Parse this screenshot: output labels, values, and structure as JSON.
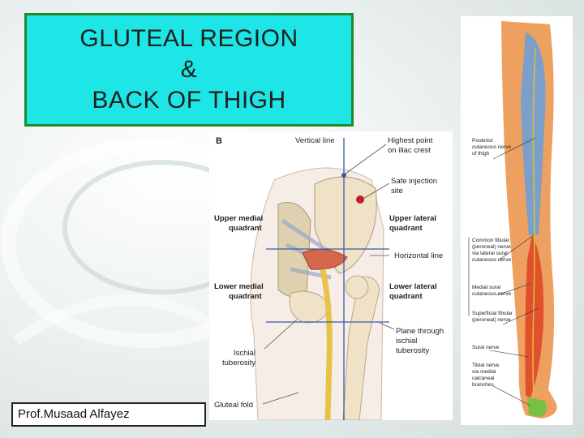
{
  "slide": {
    "title_lines": [
      "GLUTEAL REGION",
      "&",
      "BACK OF THIGH"
    ],
    "author": "Prof.Musaad Alfayez"
  },
  "figure_center": {
    "panel_letter": "B",
    "labels": {
      "vertical_line": "Vertical line",
      "highest_point_1": "Highest point",
      "highest_point_2": "on iliac crest",
      "safe_injection_1": "Safe injection",
      "safe_injection_2": "site",
      "upper_medial_1": "Upper medial",
      "upper_medial_2": "quadrant",
      "upper_lateral_1": "Upper lateral",
      "upper_lateral_2": "quadrant",
      "horizontal_line": "Horizontal line",
      "lower_medial_1": "Lower medial",
      "lower_medial_2": "quadrant",
      "lower_lateral_1": "Lower lateral",
      "lower_lateral_2": "quadrant",
      "plane_1": "Plane through",
      "plane_2": "ischial",
      "plane_3": "tuberosity",
      "ischial_1": "Ischial",
      "ischial_2": "tuberosity",
      "gluteal_fold": "Gluteal fold"
    }
  },
  "figure_right": {
    "labels": {
      "posterior_1": "Posterior",
      "posterior_2": "cutaneous nerve",
      "posterior_3": "of thigh",
      "common_1": "Common fibular",
      "common_2": "(peroneal) nerve",
      "common_3": "via lateral sural",
      "common_4": "cutaneous nerve",
      "medial_1": "Medial sural",
      "medial_2": "cutaneous nerve",
      "superficial_1": "Superficial fibular",
      "superficial_2": "(peroneal) nerve",
      "sural": "Sural nerve",
      "tibial_1": "Tibial nerve",
      "tibial_2": "via medial",
      "tibial_3": "calcaneal",
      "tibial_4": "branches"
    }
  },
  "colors": {
    "title_bg": "#1ee6e6",
    "title_border": "#1f8a2b",
    "bone": "#efe2c6",
    "muscle": "#d4674e",
    "nerve": "#e8c24a",
    "line_blue": "#3b5aa8",
    "injection_dot": "#c0202a",
    "skin_orange": "#eea060",
    "region_blue": "#6f9ed6",
    "region_red": "#e0502c"
  }
}
